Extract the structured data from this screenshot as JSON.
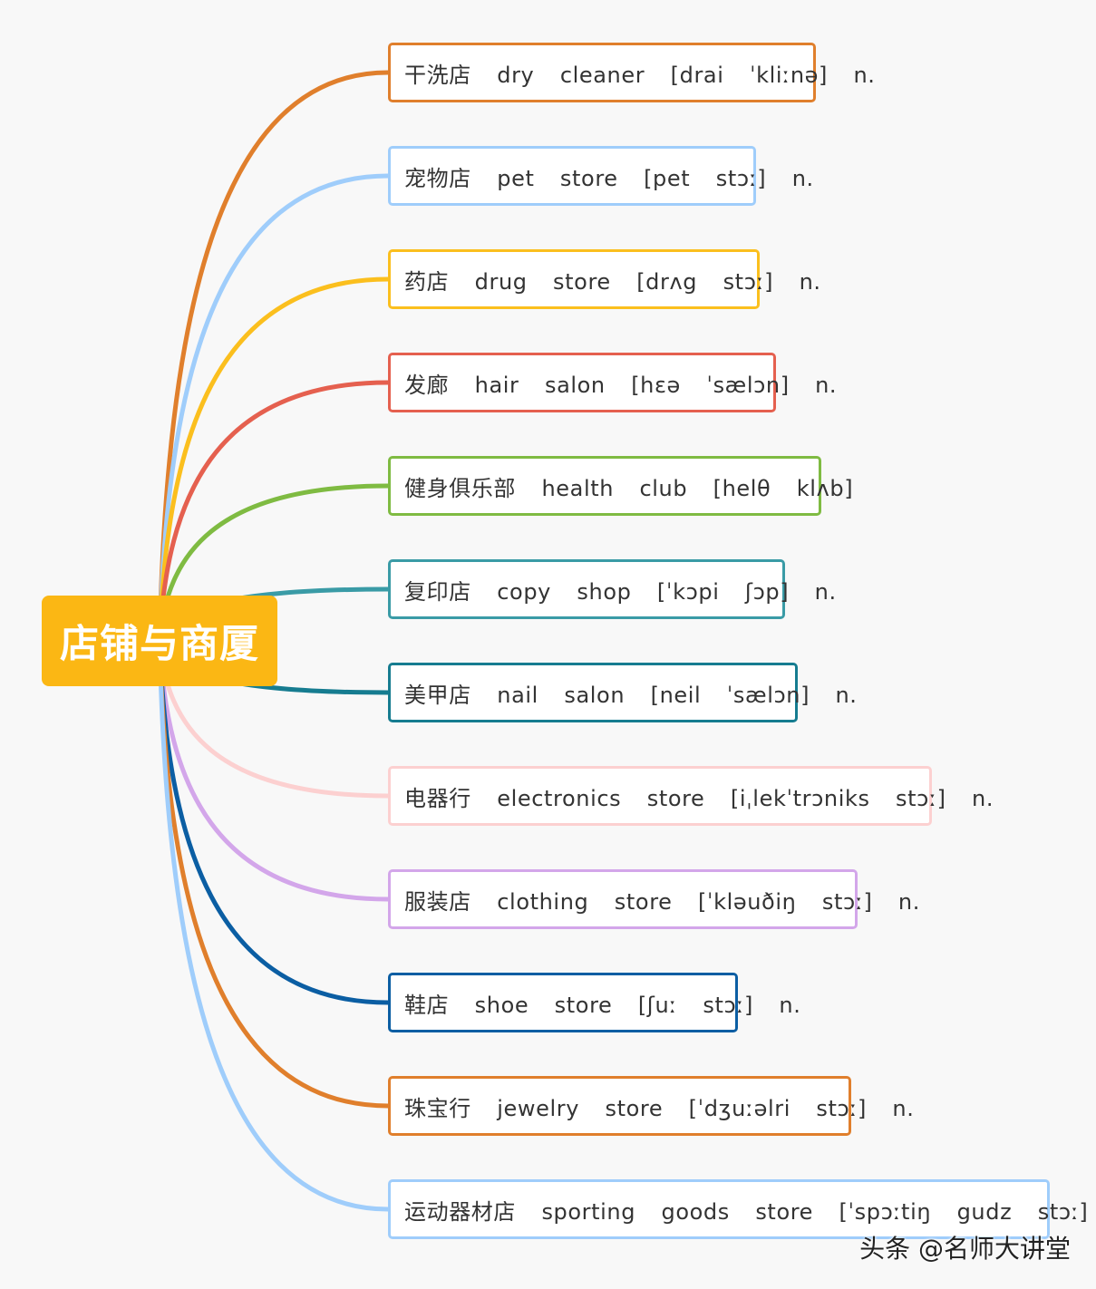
{
  "root": {
    "label": "店铺与商厦",
    "color": "#fbb714"
  },
  "branches": [
    {
      "text": "干洗店  dry  cleaner  [drai  ˈkliːnə]  n.",
      "color": "#e07f2c"
    },
    {
      "text": "宠物店  pet  store  [pet  stɔː]  n.",
      "color": "#9fcdfb"
    },
    {
      "text": "药店  drug  store  [drʌg  stɔː]  n.",
      "color": "#fbbf1e"
    },
    {
      "text": "发廊  hair  salon  [hɛə  ˈsælɔn]  n.",
      "color": "#e5604f"
    },
    {
      "text": "健身俱乐部  health  club  [helθ  klʌb]",
      "color": "#7fbb42"
    },
    {
      "text": "复印店  copy  shop  [ˈkɔpi  ʃɔp]  n.",
      "color": "#3a9ba6"
    },
    {
      "text": "美甲店  nail  salon  [neil  ˈsælɔn]  n.",
      "color": "#167c90"
    },
    {
      "text": "电器行  electronics  store  [iˌlekˈtrɔniks  stɔː]  n.",
      "color": "#fcd0d0"
    },
    {
      "text": "服装店  clothing  store  [ˈkləuðiŋ  stɔː]  n.",
      "color": "#d3a6ea"
    },
    {
      "text": "鞋店  shoe  store  [ʃuː  stɔː]  n.",
      "color": "#0b5ea3"
    },
    {
      "text": "珠宝行  jewelry  store  [ˈdʒuːəlri  stɔː]  n.",
      "color": "#e07f2c"
    },
    {
      "text": "运动器材店  sporting  goods  store  [ˈspɔːtiŋ  gudz  stɔː]  n.",
      "color": "#9fcdfb"
    }
  ],
  "watermark": "头条 @名师大讲堂"
}
